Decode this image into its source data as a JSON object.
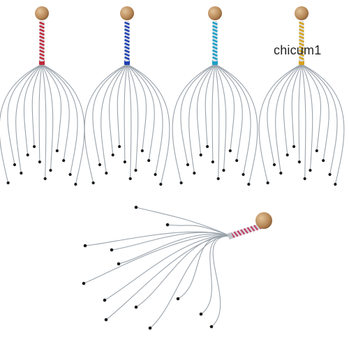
{
  "watermark": {
    "text": "chicum1"
  },
  "products": [
    {
      "name": "head-massager-red",
      "handle_color": "#c0283a"
    },
    {
      "name": "head-massager-blue",
      "handle_color": "#1d3fb0"
    },
    {
      "name": "head-massager-teal",
      "handle_color": "#1aa0c8"
    },
    {
      "name": "head-massager-gold",
      "handle_color": "#d6a21a"
    },
    {
      "name": "head-massager-pink",
      "handle_color": "#c0486a"
    }
  ],
  "colors": {
    "background": "#ffffff",
    "wire": "#9aa3ab",
    "wood": "#c69c6d",
    "tip": "#1a1a1a"
  }
}
